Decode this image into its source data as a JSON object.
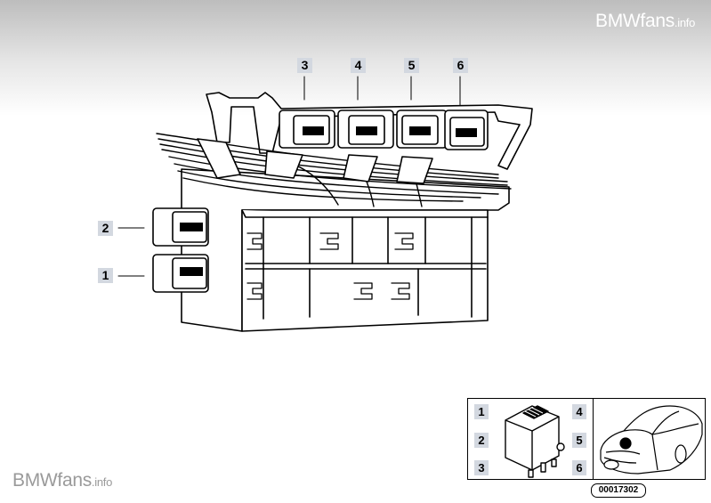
{
  "watermark": {
    "top_brand": "BMWfans",
    "top_suffix": ".info",
    "bottom_brand": "BMWfans",
    "bottom_suffix": ".info"
  },
  "callouts": {
    "c1": "1",
    "c2": "2",
    "c3": "3",
    "c4": "4",
    "c5": "5",
    "c6": "6"
  },
  "legend": {
    "n1": "1",
    "n2": "2",
    "n3": "3",
    "n4": "4",
    "n5": "5",
    "n6": "6"
  },
  "reference_code": "00017302"
}
